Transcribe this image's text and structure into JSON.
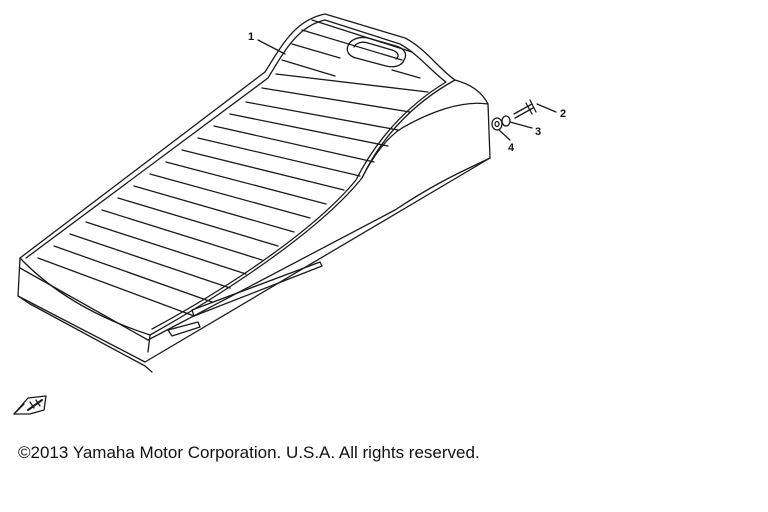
{
  "callouts": [
    {
      "number": "1",
      "part": "seat"
    },
    {
      "number": "2",
      "part": "bolt"
    },
    {
      "number": "3",
      "part": "washer"
    },
    {
      "number": "4",
      "part": "nut"
    }
  ],
  "front_arrow": {
    "label": "FWD",
    "icon": "front-direction-arrow-icon"
  },
  "copyright": "©2013 Yamaha Motor Corporation. U.S.A. All rights reserved.",
  "colors": {
    "ink": "#111111",
    "paper": "#ffffff"
  }
}
